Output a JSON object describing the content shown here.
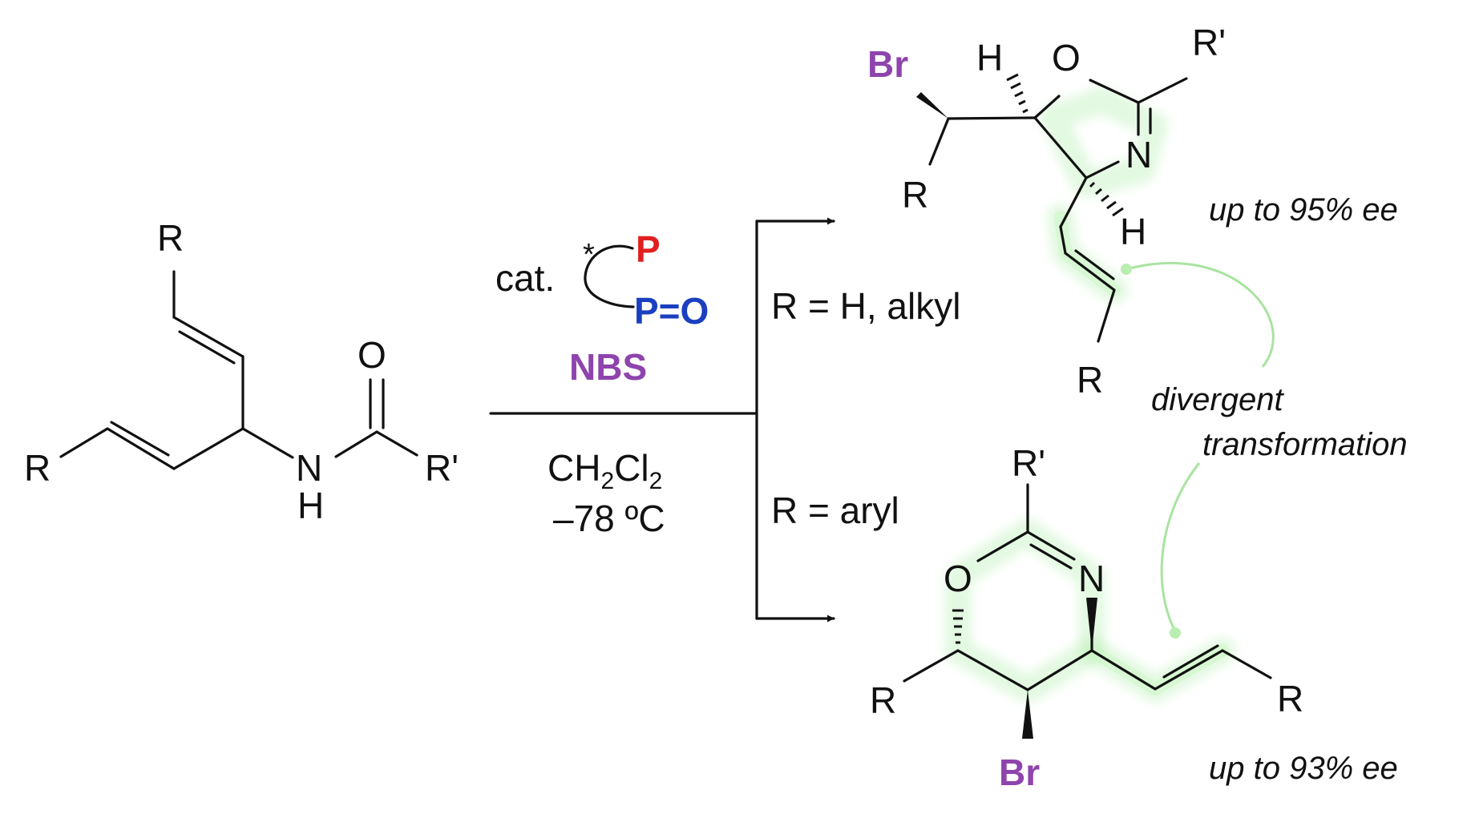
{
  "colors": {
    "bromine": "#8e44ad",
    "phosphorus": "#e02020",
    "phosphine_oxide": "#1a3fbf",
    "highlight": "#9bea93",
    "text": "#111111"
  },
  "reactant": {
    "r_top": "R",
    "r_left": "R",
    "o": "O",
    "n": "N",
    "h": "H",
    "r_prime": "R'"
  },
  "catalyst": {
    "prefix": "cat.",
    "star": "*",
    "p": "P",
    "po": "P=O"
  },
  "reagent": "NBS",
  "solvent": {
    "ch": "CH",
    "two_a": "2",
    "cl": "Cl",
    "two_b": "2"
  },
  "temperature": "–78 ºC",
  "conditions": {
    "upper": "R =  H, alkyl",
    "lower": "R = aryl"
  },
  "product_top": {
    "br": "Br",
    "h1": "H",
    "o": "O",
    "r_prime": "R'",
    "n": "N",
    "r": "R",
    "h2": "H",
    "r2": "R",
    "ee": "up to 95% ee"
  },
  "product_bottom": {
    "r_prime": "R'",
    "o": "O",
    "n": "N",
    "r": "R",
    "r2": "R",
    "br": "Br",
    "ee": "up to 93% ee"
  },
  "annotation": {
    "line1": "divergent",
    "line2": "transformation"
  }
}
